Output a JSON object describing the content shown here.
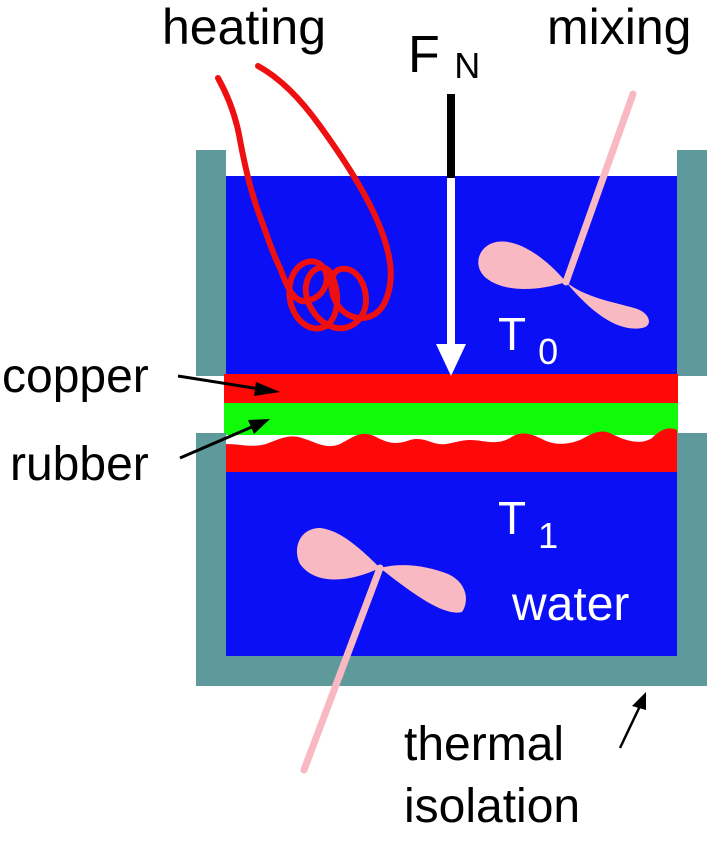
{
  "labels": {
    "heating": "heating",
    "force_main": "F",
    "force_sub": "N",
    "mixing": "mixing",
    "temp_top_main": "T",
    "temp_top_sub": "0",
    "temp_bottom_main": "T",
    "temp_bottom_sub": "1",
    "copper": "copper",
    "rubber": "rubber",
    "water": "water",
    "isolation_line1": "thermal",
    "isolation_line2": "isolation"
  },
  "colors": {
    "water": "#0a0ff5",
    "copper": "#fe0808",
    "rubber": "#10fb0a",
    "isolation": "#5e9a9b",
    "mixer": "#f8b9c3",
    "heater": "#ee1010",
    "arrow": "#ffffff",
    "text_dark": "#000000",
    "text_light": "#ffffff"
  }
}
